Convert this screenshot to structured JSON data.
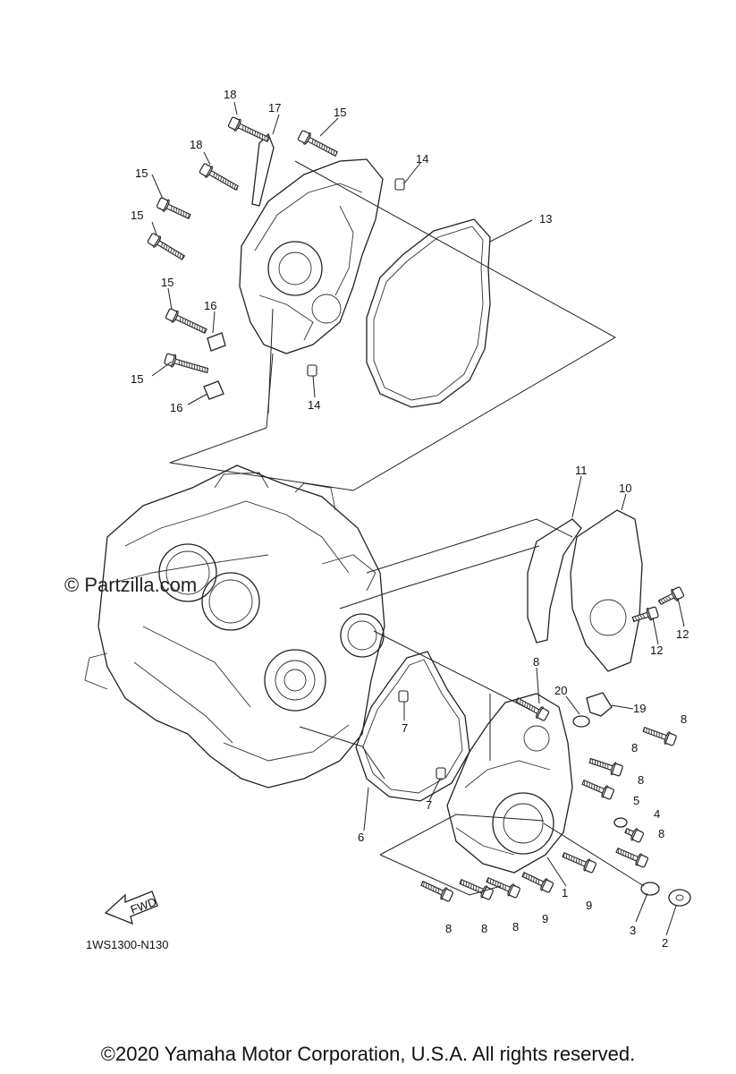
{
  "watermark": "© Partzilla.com",
  "diagram_code": "1WS1300-N130",
  "copyright": "©2020 Yamaha Motor Corporation, U.S.A. All rights reserved.",
  "fwd_label": "FWD",
  "callouts": {
    "c1": "1",
    "c2": "2",
    "c3": "3",
    "c4": "4",
    "c5": "5",
    "c6": "6",
    "c7a": "7",
    "c7b": "7",
    "c8a": "8",
    "c8b": "8",
    "c8c": "8",
    "c8d": "8",
    "c8e": "8",
    "c8f": "8",
    "c8g": "8",
    "c8h": "8",
    "c9a": "9",
    "c9b": "9",
    "c10": "10",
    "c11": "11",
    "c12a": "12",
    "c12b": "12",
    "c13": "13",
    "c14a": "14",
    "c14b": "14",
    "c15a": "15",
    "c15b": "15",
    "c15c": "15",
    "c15d": "15",
    "c15e": "15",
    "c16a": "16",
    "c16b": "16",
    "c17": "17",
    "c18a": "18",
    "c18b": "18",
    "c19": "19",
    "c20": "20"
  }
}
